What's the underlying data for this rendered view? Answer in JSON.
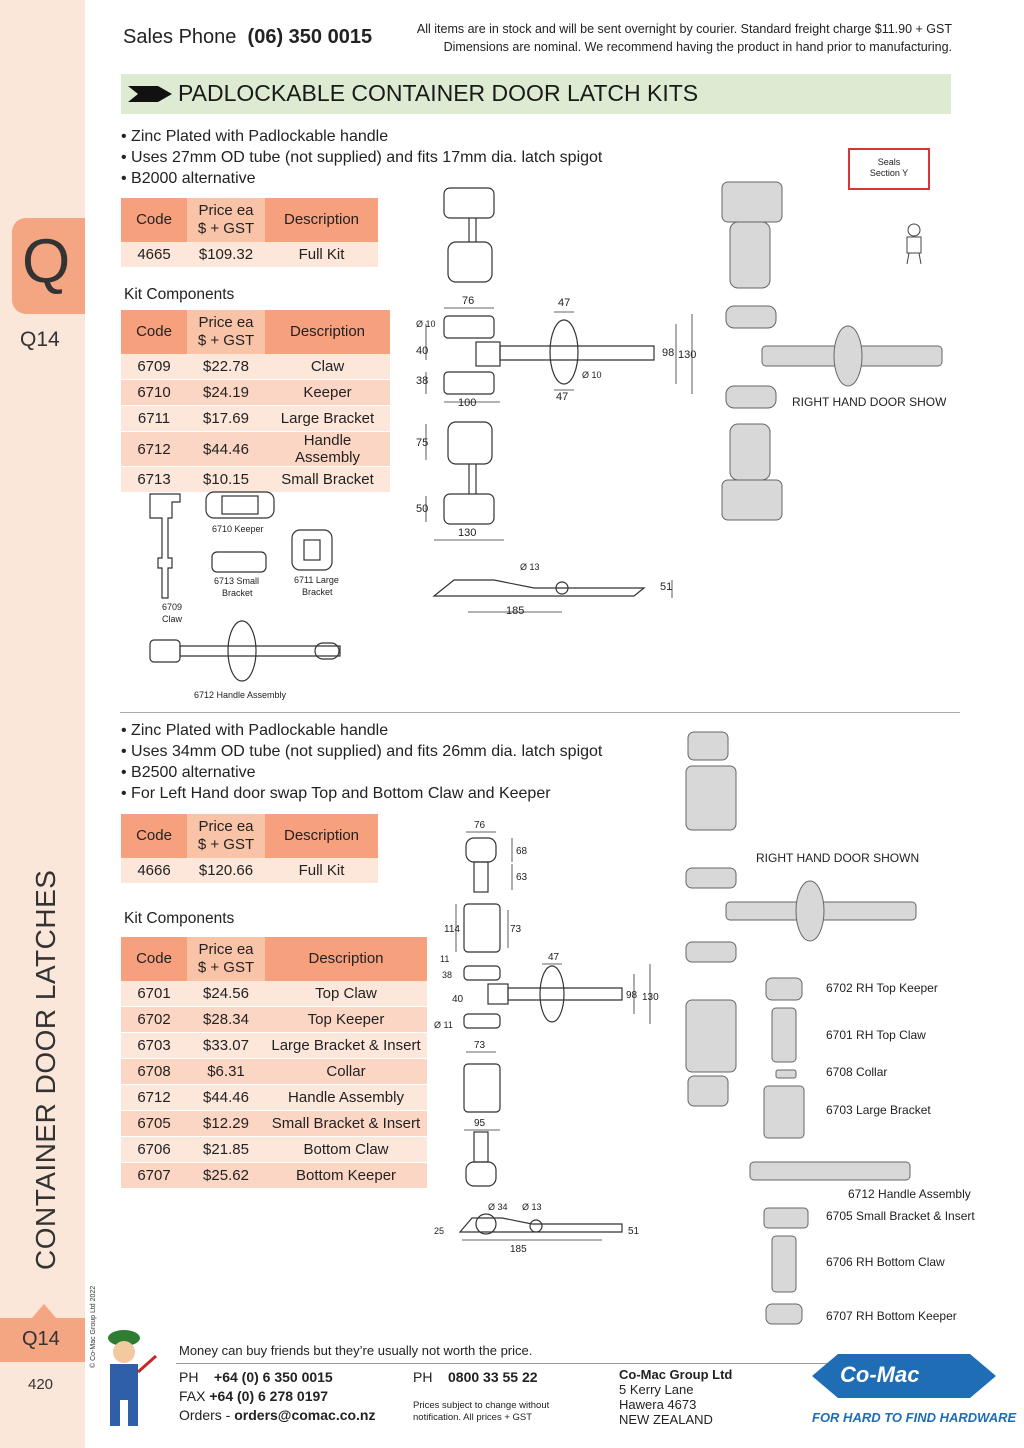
{
  "header": {
    "sales_label": "Sales Phone",
    "sales_phone": "(06) 350 0015",
    "notice_line1": "All items are in stock and will be sent overnight by courier. Standard freight charge $11.90 + GST",
    "notice_line2": "Dimensions are nominal. We recommend having the product in hand prior to manufacturing."
  },
  "sidebar": {
    "section_letter": "Q",
    "section_code": "Q14",
    "vertical_title": "CONTAINER DOOR LATCHES",
    "bottom_code": "Q14",
    "copyright": "© Co-Mac Group Ltd 2022",
    "page_number": "420"
  },
  "banner": {
    "title": "PADLOCKABLE CONTAINER DOOR LATCH KITS"
  },
  "seals_badge": {
    "line1": "Seals",
    "line2": "Section Y"
  },
  "section1": {
    "bullets": [
      "• Zinc Plated with Padlockable handle",
      "• Uses 27mm OD tube (not supplied) and fits 17mm dia. latch spigot",
      "• B2000 alternative"
    ],
    "table_headers": {
      "code": "Code",
      "price_line1": "Price ea",
      "price_line2": "$ + GST",
      "description": "Description"
    },
    "kit_rows": [
      {
        "code": "4665",
        "price": "$109.32",
        "description": "Full Kit"
      }
    ],
    "components_label": "Kit Components",
    "component_rows": [
      {
        "code": "6709",
        "price": "$22.78",
        "description": "Claw"
      },
      {
        "code": "6710",
        "price": "$24.19",
        "description": "Keeper"
      },
      {
        "code": "6711",
        "price": "$17.69",
        "description": "Large Bracket"
      },
      {
        "code": "6712",
        "price": "$44.46",
        "description": "Handle Assembly"
      },
      {
        "code": "6713",
        "price": "$10.15",
        "description": "Small Bracket"
      }
    ],
    "part_labels": {
      "keeper": "6710 Keeper",
      "small_bracket_1": "6713 Small",
      "small_bracket_2": "Bracket",
      "large_bracket_1": "6711 Large",
      "large_bracket_2": "Bracket",
      "claw_1": "6709",
      "claw_2": "Claw",
      "handle": "6712 Handle Assembly"
    },
    "dims": [
      "76",
      "47",
      "Ø 10",
      "40",
      "38",
      "100",
      "47",
      "Ø 10",
      "98",
      "130",
      "75",
      "50",
      "130",
      "Ø 13",
      "185",
      "51"
    ],
    "photo_caption": "RIGHT HAND DOOR SHOWN"
  },
  "section2": {
    "bullets": [
      "• Zinc Plated with Padlockable handle",
      "• Uses 34mm OD tube (not supplied) and fits 26mm dia. latch spigot",
      "• B2500 alternative",
      "• For Left Hand door swap Top and Bottom Claw and Keeper"
    ],
    "kit_rows": [
      {
        "code": "4666",
        "price": "$120.66",
        "description": "Full Kit"
      }
    ],
    "components_label": "Kit Components",
    "component_rows": [
      {
        "code": "6701",
        "price": "$24.56",
        "description": "Top Claw"
      },
      {
        "code": "6702",
        "price": "$28.34",
        "description": "Top Keeper"
      },
      {
        "code": "6703",
        "price": "$33.07",
        "description": "Large Bracket & Insert"
      },
      {
        "code": "6708",
        "price": "$6.31",
        "description": "Collar"
      },
      {
        "code": "6712",
        "price": "$44.46",
        "description": "Handle Assembly"
      },
      {
        "code": "6705",
        "price": "$12.29",
        "description": "Small Bracket & Insert"
      },
      {
        "code": "6706",
        "price": "$21.85",
        "description": "Bottom Claw"
      },
      {
        "code": "6707",
        "price": "$25.62",
        "description": "Bottom Keeper"
      }
    ],
    "dims": [
      "76",
      "68",
      "63",
      "114",
      "73",
      "11",
      "38",
      "47",
      "40",
      "Ø 11",
      "98",
      "130",
      "73",
      "95",
      "Ø 34",
      "Ø 13",
      "25",
      "185",
      "51"
    ],
    "photo_caption": "RIGHT HAND DOOR SHOWN",
    "part_labels": [
      "6702 RH Top Keeper",
      "6701 RH Top Claw",
      "6708 Collar",
      "6703 Large Bracket",
      "6712 Handle Assembly",
      "6705 Small Bracket & Insert",
      "6706 RH Bottom Claw",
      "6707 RH Bottom Keeper"
    ]
  },
  "footer": {
    "quote": "Money can buy friends but they’re usually not worth the price.",
    "ph_label": "PH",
    "ph_number": "+64 (0) 6 350 0015",
    "fax_label": "FAX",
    "fax_number": "+64 (0) 6 278 0197",
    "orders_label": "Orders -",
    "orders_email": "orders@comac.co.nz",
    "ph2_label": "PH",
    "ph2_number": "0800 33 55 22",
    "disclaimer_1": "Prices subject to change without",
    "disclaimer_2": "notification. All prices + GST",
    "company": "Co-Mac Group Ltd",
    "address_1": "5 Kerry Lane",
    "address_2": "Hawera 4673",
    "address_3": "NEW ZEALAND",
    "logo_text": "Co-Mac",
    "tagline": "FOR HARD TO FIND HARDWARE"
  }
}
